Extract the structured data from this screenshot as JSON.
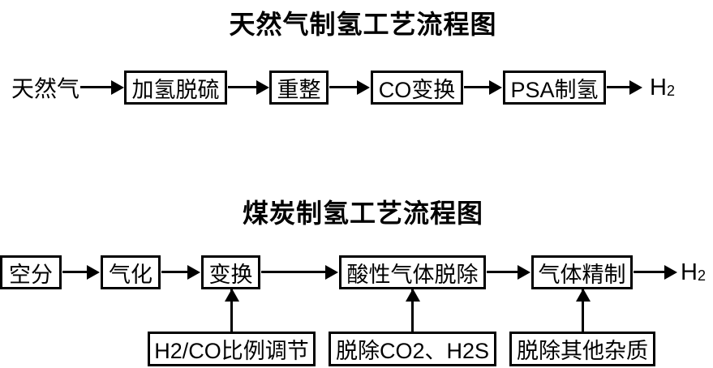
{
  "page": {
    "background_color": "#ffffff",
    "line_color": "#000000"
  },
  "diagrams": [
    {
      "title": "天然气制氢工艺流程图",
      "input_label": "天然气",
      "boxes": [
        "加氢脱硫",
        "重整",
        "CO变换",
        "PSA制氢"
      ],
      "output": {
        "base": "H",
        "sub": "2"
      }
    },
    {
      "title": "煤炭制氢工艺流程图",
      "boxes": [
        "空分",
        "气化",
        "变换",
        "酸性气体脱除",
        "气体精制"
      ],
      "output": {
        "base": "H",
        "sub": "2"
      },
      "sub_boxes": [
        "H2/CO比例调节",
        "脱除CO2、H2S",
        "脱除其他杂质"
      ]
    }
  ]
}
